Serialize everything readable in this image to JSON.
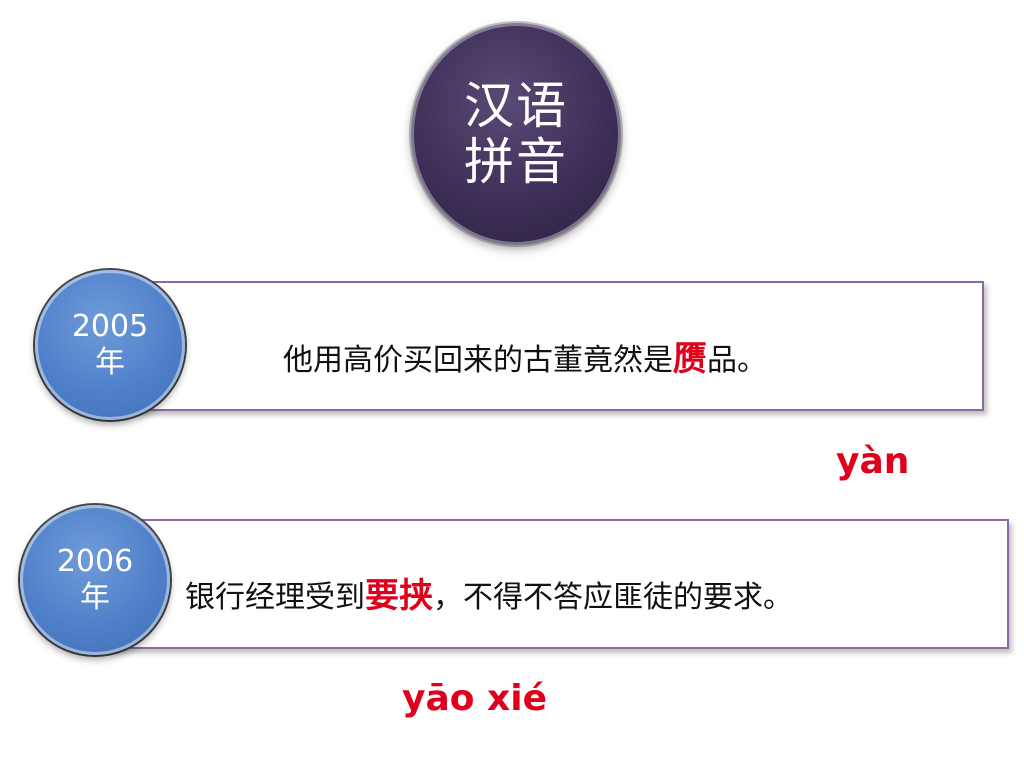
{
  "title": {
    "line1": "汉语",
    "line2": "拼音"
  },
  "rows": [
    {
      "year_number": "2005",
      "year_unit": "年",
      "sentence_before": "他用高价买回来的古董竟然是",
      "highlight": "赝",
      "sentence_after": "品。",
      "pinyin": "yàn"
    },
    {
      "year_number": "2006",
      "year_unit": "年",
      "sentence_before": "银行经理受到",
      "highlight": "要挟",
      "sentence_after": "，不得不答应匪徒的要求。",
      "pinyin": "yāo xié"
    }
  ],
  "colors": {
    "title_circle": "#3d2f57",
    "year_circle": "#4f80c9",
    "box_border": "#8a6aa3",
    "highlight": "#e0001b"
  }
}
